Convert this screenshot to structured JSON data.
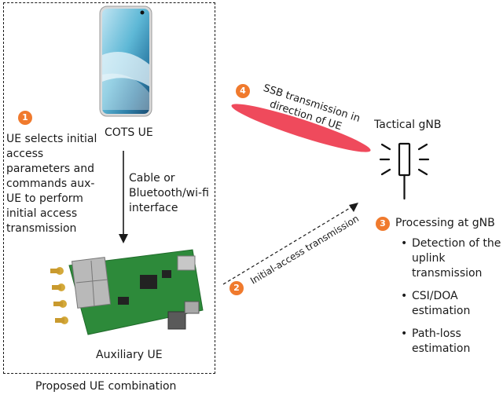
{
  "ue_box": {
    "title": "Proposed UE combination",
    "cots_label": "COTS UE",
    "aux_label": "Auxiliary UE",
    "step1": {
      "badge": "1",
      "lines": [
        "UE selects initial",
        "access",
        "parameters and",
        "commands aux-",
        "UE to perform",
        "initial access",
        "transmission"
      ]
    },
    "link": {
      "lines": [
        "Cable or",
        "Bluetooth/wi-fi",
        "interface"
      ]
    }
  },
  "step2": {
    "badge": "2",
    "label": "Initial-access transmission"
  },
  "step4": {
    "badge": "4",
    "lines": [
      "SSB transmission in",
      "direction of UE"
    ]
  },
  "gnb": {
    "label": "Tactical gNB",
    "step3": {
      "badge": "3",
      "title": "Processing at gNB",
      "items": [
        {
          "lines": [
            "Detection of the",
            "uplink",
            "transmission"
          ]
        },
        {
          "lines": [
            "CSI/DOA",
            "estimation"
          ]
        },
        {
          "lines": [
            "Path-loss",
            "estimation"
          ]
        }
      ]
    }
  },
  "colors": {
    "badge": "#f07a2d",
    "beam": "#ef4a5c",
    "pcb": "#2d8a3a"
  }
}
